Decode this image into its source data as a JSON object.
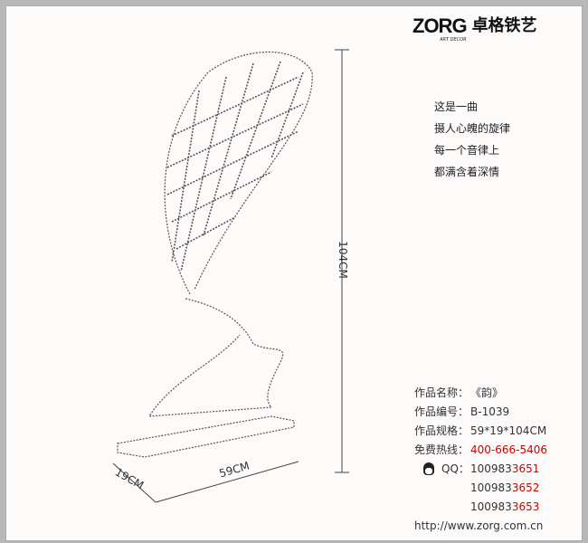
{
  "logo": {
    "brand": "ZORG",
    "subtitle": "ART DECOR",
    "chinese_name": "卓格铁艺"
  },
  "poem": [
    "这是一曲",
    "摄人心魄的旋律",
    "每一个音律上",
    "都满含着深情"
  ],
  "dimensions": {
    "height": "104CM",
    "width": "59CM",
    "depth": "19CM"
  },
  "info": {
    "name_label": "作品名称：",
    "name_value": "《韵》",
    "code_label": "作品编号：",
    "code_value": "B-1039",
    "spec_label": "作品规格：",
    "spec_value": "59*19*104CM",
    "hotline_label": "免费热线：",
    "hotline_value": "400-666-5406",
    "qq_label": "QQ：",
    "qq": [
      {
        "prefix": "100983",
        "suffix": "3651"
      },
      {
        "prefix": "100983",
        "suffix": "3652"
      },
      {
        "prefix": "100983",
        "suffix": "3653"
      }
    ],
    "url": "http://www.zorg.com.cn"
  },
  "colors": {
    "accent": "#d40000"
  }
}
